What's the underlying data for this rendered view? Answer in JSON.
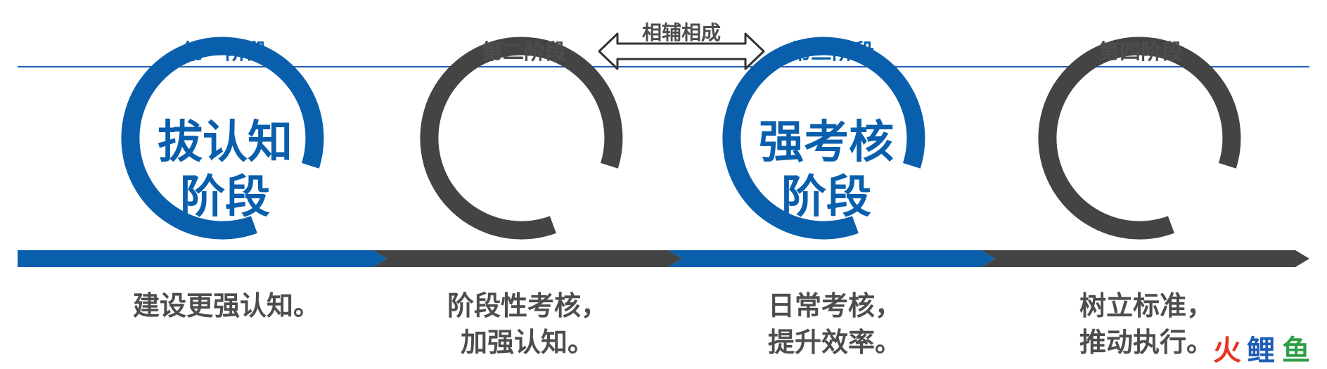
{
  "palette": {
    "blue": "#0a5fad",
    "gray": "#444444",
    "label_gray": "#4d4d4d",
    "logo_red": "#e63323",
    "logo_blue": "#1f5eb5",
    "logo_green": "#2e9e47"
  },
  "link": {
    "label": "相辅相成"
  },
  "stages": [
    {
      "label": "第一阶段",
      "title_line1": "拔认知",
      "title_line2": "阶段",
      "caption_line1": "建设更强认知。",
      "caption_line2": "",
      "accent": "blue"
    },
    {
      "label": "第二阶段",
      "title_line1": "",
      "title_line2": "",
      "caption_line1": "阶段性考核，",
      "caption_line2": "加强认知。",
      "accent": "gray"
    },
    {
      "label": "第三阶段",
      "title_line1": "强考核",
      "title_line2": "阶段",
      "caption_line1": "日常考核，",
      "caption_line2": "提升效率。",
      "accent": "blue"
    },
    {
      "label": "第四阶段",
      "title_line1": "",
      "title_line2": "",
      "caption_line1": "树立标准，",
      "caption_line2": "推动执行。",
      "accent": "gray"
    }
  ],
  "watermark": {
    "chars": [
      "火",
      "鲤",
      "鱼"
    ]
  }
}
